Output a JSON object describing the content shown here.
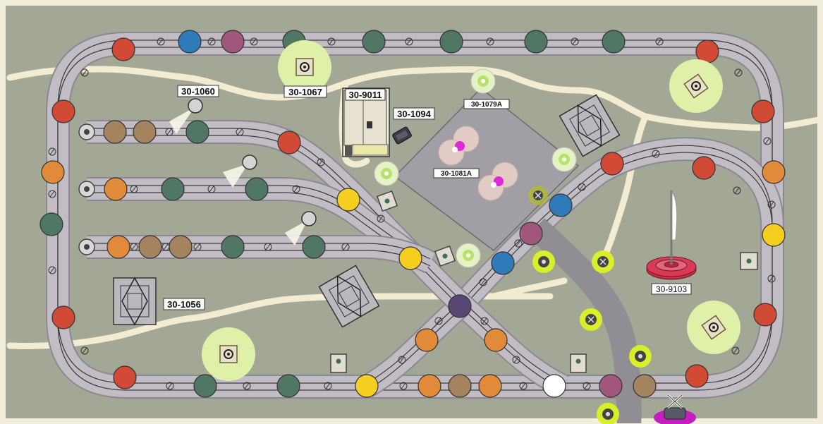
{
  "labels": {
    "garage_1060": "30-1060",
    "light_1067": "30-1067",
    "building_9011": "30-9011",
    "phone_1094": "30-1094",
    "lamp_1079a": "30-1079A",
    "beacon_1081a": "30-1081A",
    "tower_1056": "30-1056",
    "flag_9103": "30-9103"
  },
  "colors": {
    "background": "#a2a895",
    "border": "#f3eedc",
    "road": "#f4ecd1",
    "track_bed": "#c2bcc4",
    "track_edge": "#8d8792",
    "rail": "#3b3b3b",
    "plaza": "#a19ea5",
    "circle_red": "#d04a36",
    "circle_orange": "#e08a3a",
    "circle_green": "#4f7763",
    "circle_blue": "#2f7ab8",
    "circle_purple": "#a0577b",
    "circle_brown": "#a5835f",
    "circle_yellow": "#f4cf20",
    "circle_navy": "#584775",
    "circle_white": "#ffffff",
    "light_glow": "#dff1a8",
    "neon_glow": "#d8ef2a",
    "magenta": "#dc2bd6",
    "flag_base": "#d83a55"
  },
  "icons": [
    "garage-door-icon",
    "searchlight-icon",
    "lamp-post-icon",
    "lattice-tower-icon",
    "telephone-icon",
    "switch-box-icon",
    "signal-light-icon",
    "crossing-gate-icon",
    "flagpole-icon",
    "rotating-beacon-icon"
  ]
}
